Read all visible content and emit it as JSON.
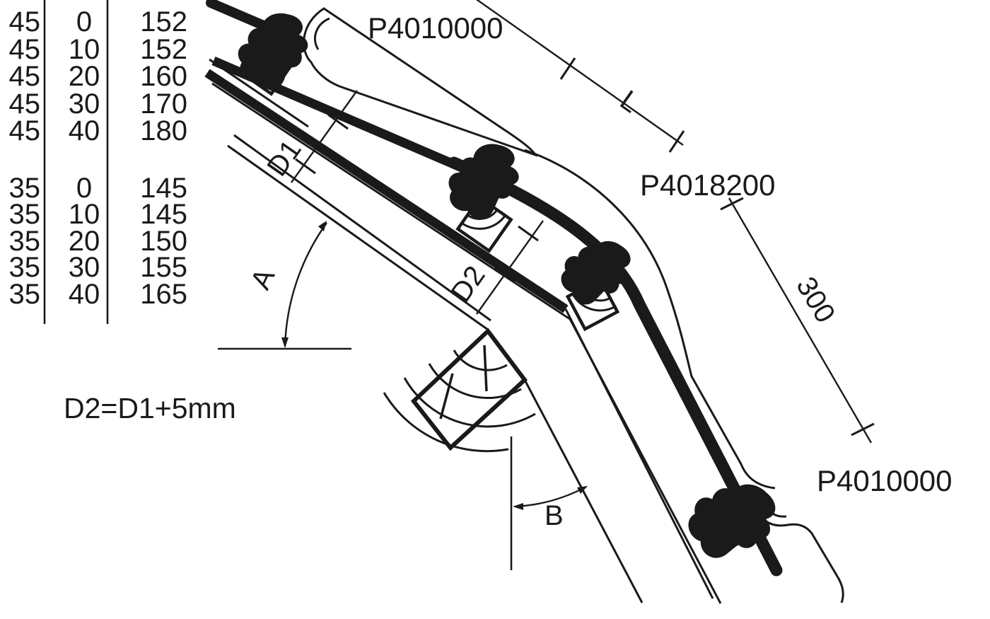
{
  "table": {
    "groups": [
      {
        "rows": [
          [
            "45",
            "0",
            "152"
          ],
          [
            "45",
            "10",
            "152"
          ],
          [
            "45",
            "20",
            "160"
          ],
          [
            "45",
            "30",
            "170"
          ],
          [
            "45",
            "40",
            "180"
          ]
        ]
      },
      {
        "rows": [
          [
            "35",
            "0",
            "145"
          ],
          [
            "35",
            "10",
            "145"
          ],
          [
            "35",
            "20",
            "150"
          ],
          [
            "35",
            "30",
            "155"
          ],
          [
            "35",
            "40",
            "165"
          ]
        ]
      }
    ]
  },
  "formula": "D2=D1+5mm",
  "labels": {
    "part_top": "P4010000",
    "part_mid": "P4018200",
    "part_bottom": "P4010000",
    "dim_length": "L",
    "dim_300": "300",
    "dim_d1": "D1",
    "dim_d2": "D2",
    "angle_a": "A",
    "angle_b": "B"
  },
  "colors": {
    "ink": "#1a1a1a",
    "background": "#ffffff"
  }
}
